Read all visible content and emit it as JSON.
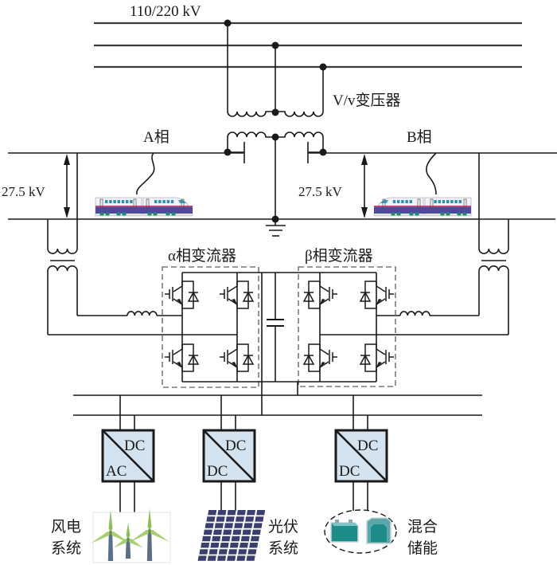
{
  "labels": {
    "grid_voltage": "110/220 kV",
    "transformer": "V/v变压器",
    "phase_a": "A相",
    "phase_b": "B相",
    "catenary_voltage_left": "27.5 kV",
    "catenary_voltage_right": "27.5 kV",
    "converter_alpha": "α相变流器",
    "converter_beta": "β相变流器"
  },
  "converters": [
    {
      "top": "DC",
      "bottom": "AC"
    },
    {
      "top": "DC",
      "bottom": "DC"
    },
    {
      "top": "DC",
      "bottom": "DC"
    }
  ],
  "sources": [
    {
      "line1": "风电",
      "line2": "系统",
      "icon": "wind-turbine-icon"
    },
    {
      "line1": "光伏",
      "line2": "系统",
      "icon": "solar-panel-icon"
    },
    {
      "line1": "混合",
      "line2": "储能",
      "icon": "hybrid-storage-icon"
    }
  ],
  "colors": {
    "converter_fill": "#d3e3ef",
    "train_body": "#f2f2f6",
    "train_stripe": "#c0447a",
    "train_base": "#4b4a9c",
    "train_wheel": "#1f8a6a",
    "solar": "#3a3f6e",
    "storage": "#1d8c8a",
    "turbine_blade": "#8fbf5a",
    "turbine_tower": "#5b6f88"
  }
}
